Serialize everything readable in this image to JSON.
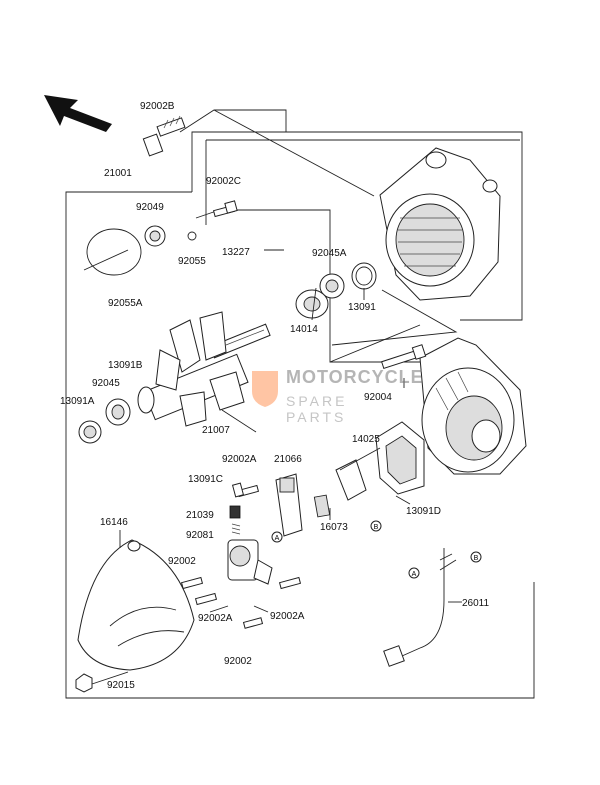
{
  "labels": {
    "p92002B": "92002B",
    "p21001": "21001",
    "p92049": "92049",
    "p92055": "92055",
    "p92055A": "92055A",
    "p92002C": "92002C",
    "p13227": "13227",
    "p92045A": "92045A",
    "p13091": "13091",
    "p14014": "14014",
    "p13091B": "13091B",
    "p92045": "92045",
    "p13091A": "13091A",
    "p21007": "21007",
    "p92004": "92004",
    "p14025": "14025",
    "p92002A_top": "92002A",
    "p21066": "21066",
    "p13091C": "13091C",
    "p21039": "21039",
    "p92081": "92081",
    "p16073": "16073",
    "p13091D": "13091D",
    "p16146": "16146",
    "p92002_left": "92002",
    "p92002A_left": "92002A",
    "p92002A_right": "92002A",
    "p92002_bottom": "92002",
    "p26011": "26011",
    "p92015": "92015"
  },
  "markers": {
    "A": "A",
    "B": "B"
  },
  "watermark": {
    "brand": "MOTORCYCLE",
    "sub": "SPARE PARTS"
  }
}
